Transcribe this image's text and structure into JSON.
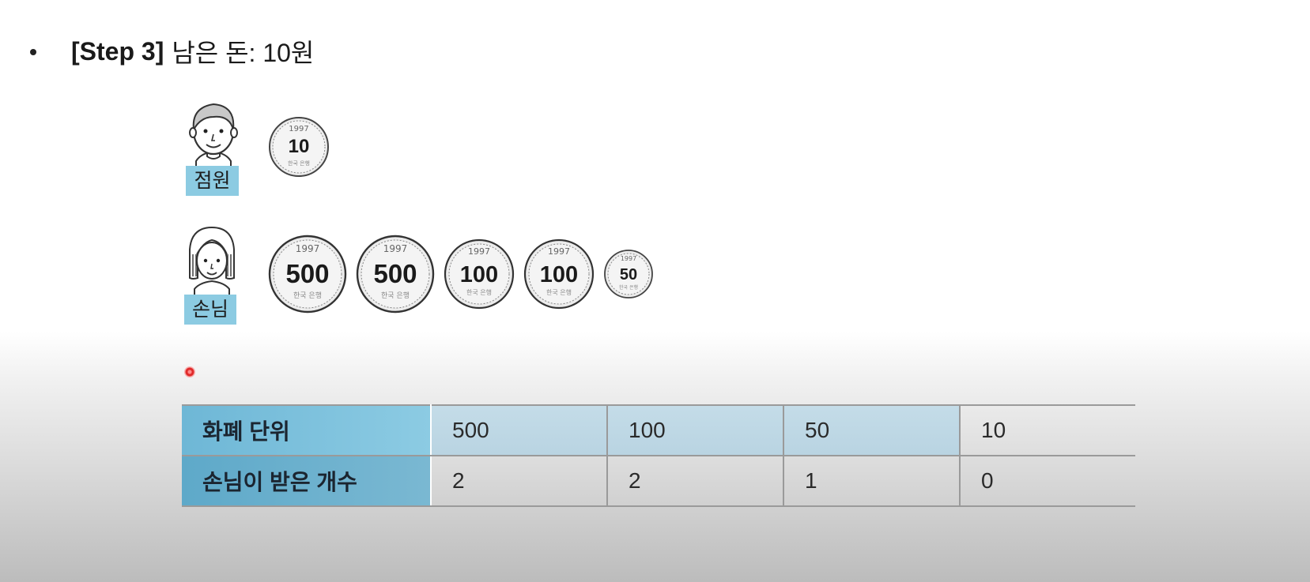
{
  "heading": {
    "step": "[Step 3]",
    "text": "남은 돈: 10원"
  },
  "people": {
    "clerk": {
      "label": "점원",
      "coins": [
        {
          "year": "1997",
          "value": "10",
          "bank": "한국 은행"
        }
      ]
    },
    "customer": {
      "label": "손님",
      "coins": [
        {
          "year": "1997",
          "value": "500",
          "bank": "한국 은행"
        },
        {
          "year": "1997",
          "value": "500",
          "bank": "한국 은행"
        },
        {
          "year": "1997",
          "value": "100",
          "bank": "한국 은행"
        },
        {
          "year": "1997",
          "value": "100",
          "bank": "한국 은행"
        },
        {
          "year": "1997",
          "value": "50",
          "bank": "한국 은행"
        }
      ]
    }
  },
  "table": {
    "rows": [
      {
        "header": "화폐 단위",
        "cells": [
          "500",
          "100",
          "50",
          "10"
        ]
      },
      {
        "header": "손님이 받은 개수",
        "cells": [
          "2",
          "2",
          "1",
          "0"
        ]
      }
    ]
  },
  "colors": {
    "label_bg": "#8ccbe2",
    "table_header_bg": "#6eb7d6",
    "pointer": "#e02a2a"
  }
}
